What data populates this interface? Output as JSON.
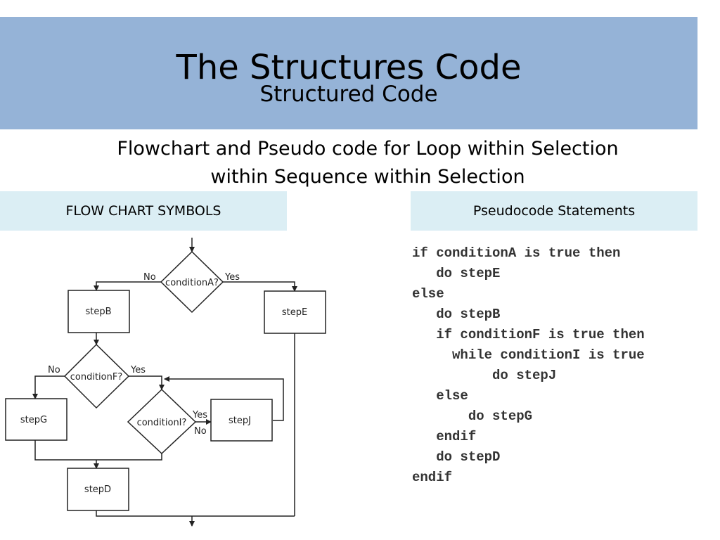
{
  "slide": {
    "title": "The Structures Code",
    "subtitle": "Structured Code",
    "heading_line1": "Flowchart and Pseudo code for Loop within Selection",
    "heading_line2": "within Sequence within Selection"
  },
  "columns": {
    "left_header": "FLOW CHART SYMBOLS",
    "right_header": "Pseudocode Statements"
  },
  "flowchart": {
    "decisions": {
      "conditionA": "conditionA?",
      "conditionF": "conditionF?",
      "conditionI": "conditionI?"
    },
    "steps": {
      "stepB": "stepB",
      "stepE": "stepE",
      "stepG": "stepG",
      "stepJ": "stepJ",
      "stepD": "stepD"
    },
    "branch_labels": {
      "a_no": "No",
      "a_yes": "Yes",
      "f_no": "No",
      "f_yes": "Yes",
      "i_yes": "Yes",
      "i_no": "No"
    }
  },
  "pseudocode": [
    "if conditionA is true then",
    "   do stepE",
    "else",
    "   do stepB",
    "   if conditionF is true then",
    "     while conditionI is true",
    "          do stepJ",
    "   else",
    "       do stepG",
    "   endif",
    "   do stepD",
    "endif"
  ]
}
